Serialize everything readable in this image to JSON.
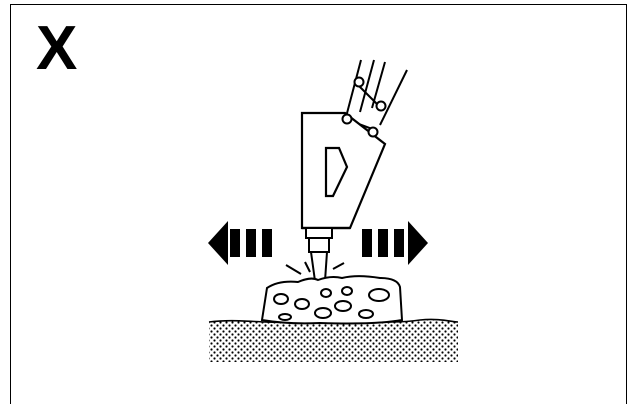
{
  "diagram": {
    "mark_label": "X",
    "subject": "hydraulic-breaker-prying-rock",
    "stroke_color": "#000000",
    "fill_color": "#ffffff",
    "arrows": [
      "left-arrow",
      "right-arrow"
    ]
  }
}
